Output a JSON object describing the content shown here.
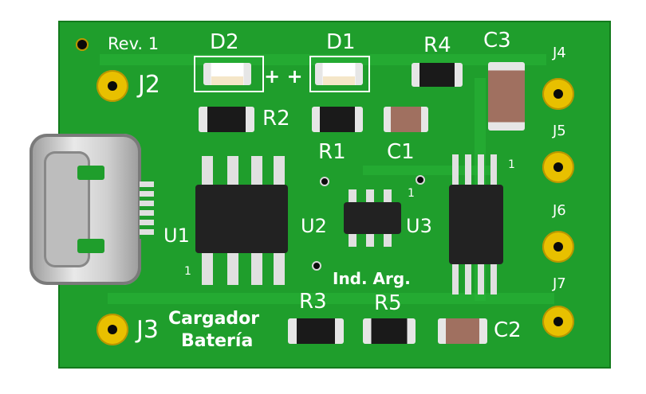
{
  "board": {
    "revision": "Rev. 1",
    "title_line1": "Cargador",
    "title_line2": "Batería",
    "label_ind": "Ind. Arg.",
    "plus_signs": "+ +"
  },
  "refs": {
    "d1": "D1",
    "d2": "D2",
    "r1": "R1",
    "r2": "R2",
    "r3": "R3",
    "r4": "R4",
    "r5": "R5",
    "c1": "C1",
    "c2": "C2",
    "c3": "C3",
    "u1": "U1",
    "u2": "U2",
    "u3": "U3",
    "j2": "J2",
    "j3": "J3",
    "j4": "J4",
    "j5": "J5",
    "j6": "J6",
    "j7": "J7",
    "pin1_a": "1",
    "pin1_b": "1",
    "pin1_c": "1"
  },
  "colors": {
    "pcb": "#1f9e2c",
    "silkscreen": "#ffffff",
    "pad": "#e8c000"
  }
}
